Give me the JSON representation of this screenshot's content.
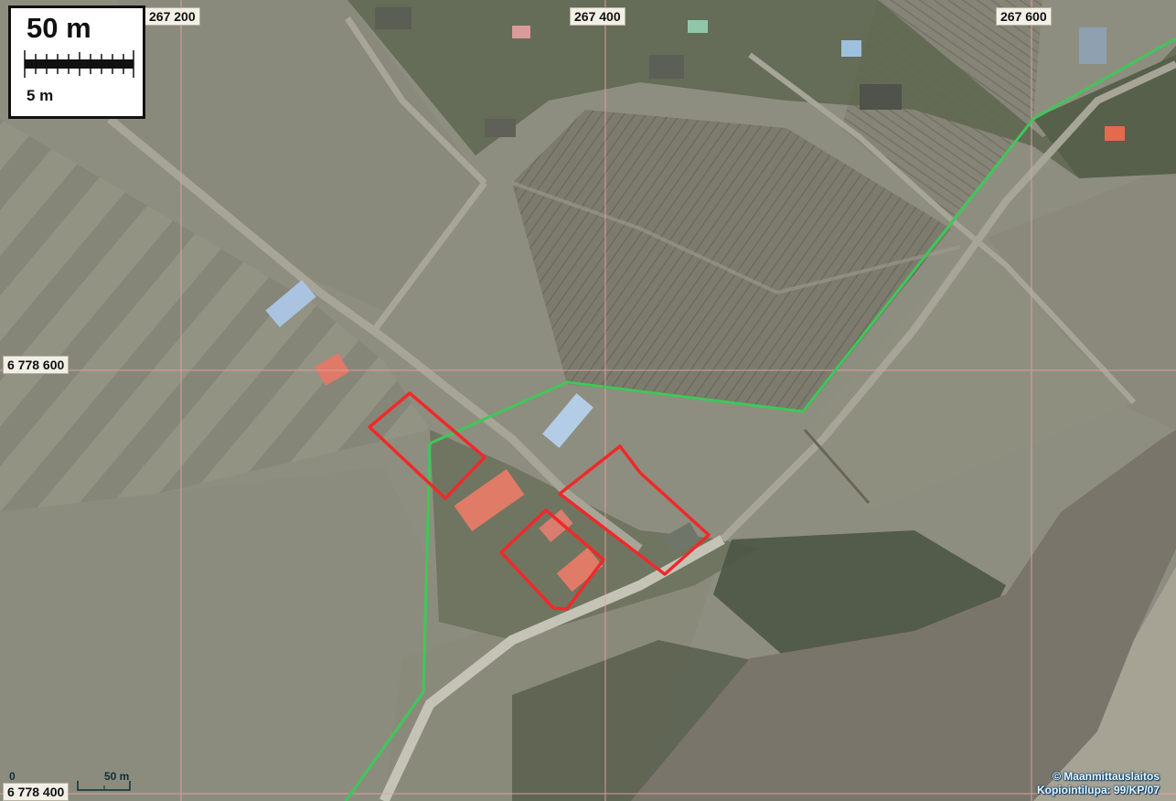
{
  "map": {
    "grid": {
      "x_labels": [
        "267 200",
        "267 400",
        "267 600"
      ],
      "y_labels": [
        "6 778 600",
        "6 778 400"
      ]
    },
    "scale_box": {
      "large_label": "50 m",
      "small_label": "5 m"
    },
    "corner_scale": {
      "zero_label": "0",
      "fifty_label": "50 m"
    },
    "copyright": {
      "line1": "© Maanmittauslaitos",
      "line2": "Kopiointilupa: 99/KP/07"
    },
    "colors": {
      "parcel_outline": "#ee2a2a",
      "route_line": "#3fc75a",
      "grid_line": "#e9a0a0"
    }
  }
}
